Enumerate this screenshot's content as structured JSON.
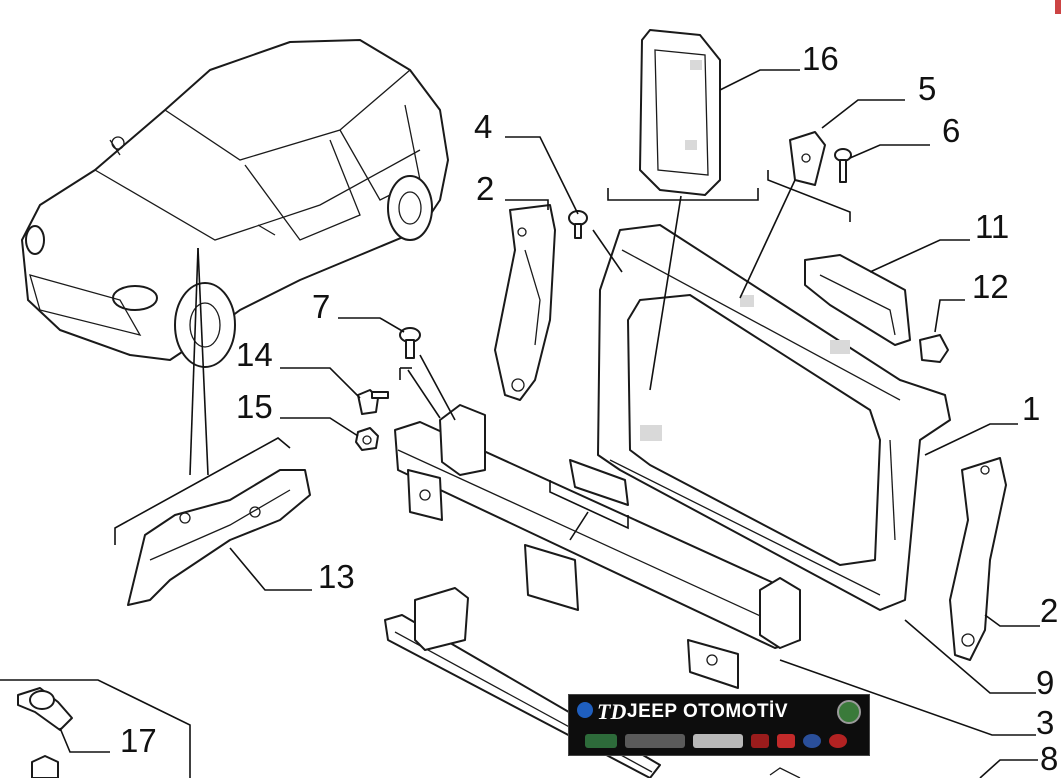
{
  "diagram": {
    "callouts": [
      {
        "id": "16",
        "label": "16"
      },
      {
        "id": "5",
        "label": "5"
      },
      {
        "id": "6",
        "label": "6"
      },
      {
        "id": "4",
        "label": "4"
      },
      {
        "id": "2a",
        "label": "2"
      },
      {
        "id": "11",
        "label": "11"
      },
      {
        "id": "12",
        "label": "12"
      },
      {
        "id": "7",
        "label": "7"
      },
      {
        "id": "14",
        "label": "14"
      },
      {
        "id": "15",
        "label": "15"
      },
      {
        "id": "1",
        "label": "1"
      },
      {
        "id": "13",
        "label": "13"
      },
      {
        "id": "2b",
        "label": "2"
      },
      {
        "id": "9",
        "label": "9"
      },
      {
        "id": "3",
        "label": "3"
      },
      {
        "id": "17",
        "label": "17"
      },
      {
        "id": "8",
        "label": "8"
      }
    ]
  },
  "watermark": {
    "brand": "JEEP OTOMOTİV",
    "mark": "TD",
    "logos": [
      "mopar-logo",
      "jeep-logo",
      "chrysler-logo",
      "dodge-logo",
      "ram-logo",
      "maserati-logo",
      "lancia-logo",
      "fiat-logo",
      "alfa-romeo-logo"
    ]
  },
  "colors": {
    "line": "#111111",
    "banner_bg": "#0d0d0d",
    "banner_text": "#ffffff"
  }
}
